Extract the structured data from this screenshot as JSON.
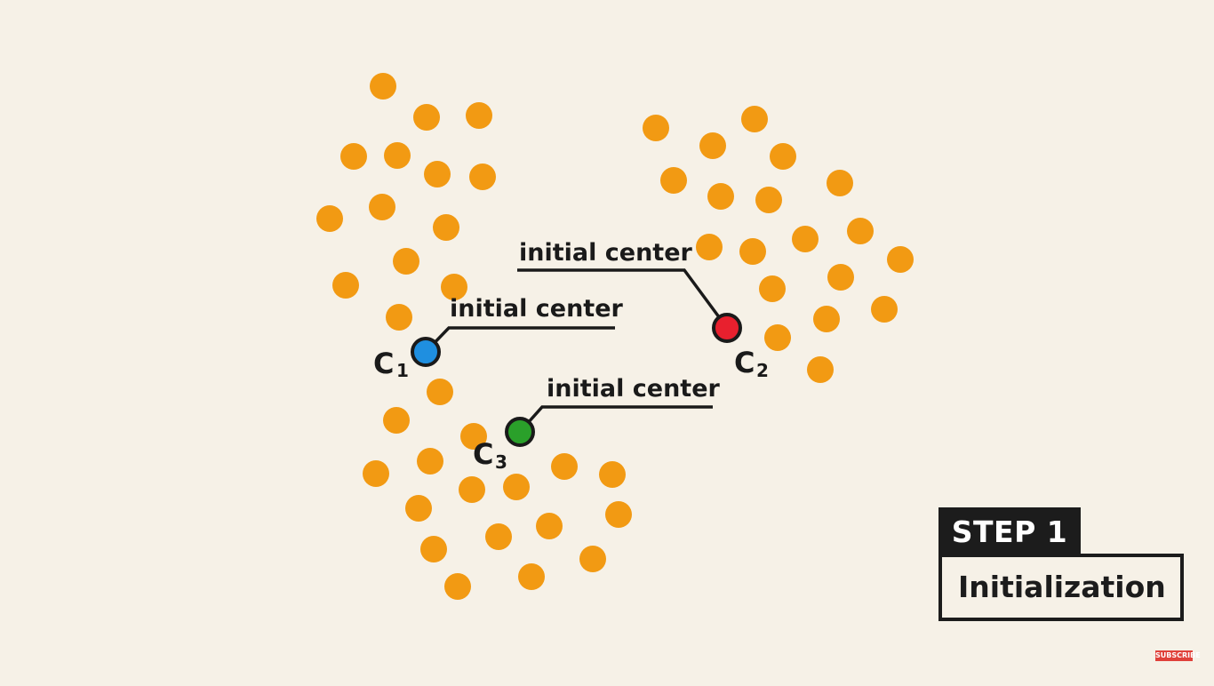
{
  "diagram": {
    "center_label_text": "initial center",
    "centers": [
      {
        "name": "C",
        "subscript": "1",
        "color": "#1f8fe0"
      },
      {
        "name": "C",
        "subscript": "2",
        "color": "#e8202e"
      },
      {
        "name": "C",
        "subscript": "3",
        "color": "#2aa02a"
      }
    ],
    "point_color": "#f29a13",
    "background_color": "#f6f1e7"
  },
  "step": {
    "tab_label": "STEP 1",
    "title": "Initialization"
  },
  "watermark": {
    "subscribe_label": "SUBSCRIBE"
  }
}
